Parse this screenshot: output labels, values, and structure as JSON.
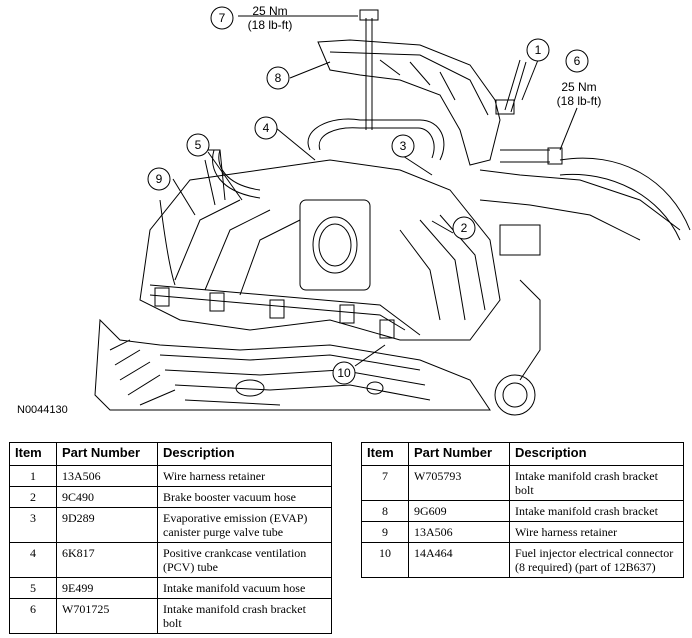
{
  "figure": {
    "id": "N0044130",
    "callouts": [
      "1",
      "2",
      "3",
      "4",
      "5",
      "6",
      "7",
      "8",
      "9",
      "10"
    ],
    "torque_7": {
      "nm": "25 Nm",
      "lbft": "(18 lb-ft)"
    },
    "torque_6": {
      "nm": "25 Nm",
      "lbft": "(18 lb-ft)"
    }
  },
  "table": {
    "headers": {
      "item": "Item",
      "part": "Part Number",
      "desc": "Description"
    },
    "left": [
      {
        "item": "1",
        "part": "13A506",
        "desc": "Wire harness retainer"
      },
      {
        "item": "2",
        "part": "9C490",
        "desc": "Brake booster vacuum hose"
      },
      {
        "item": "3",
        "part": "9D289",
        "desc": "Evaporative emission (EVAP) canister purge valve tube"
      },
      {
        "item": "4",
        "part": "6K817",
        "desc": "Positive crankcase ventilation (PCV) tube"
      },
      {
        "item": "5",
        "part": "9E499",
        "desc": "Intake manifold vacuum hose"
      },
      {
        "item": "6",
        "part": "W701725",
        "desc": "Intake manifold crash bracket bolt"
      }
    ],
    "right": [
      {
        "item": "7",
        "part": "W705793",
        "desc": "Intake manifold crash bracket bolt"
      },
      {
        "item": "8",
        "part": "9G609",
        "desc": "Intake manifold crash bracket"
      },
      {
        "item": "9",
        "part": "13A506",
        "desc": "Wire harness retainer"
      },
      {
        "item": "10",
        "part": "14A464",
        "desc": "Fuel injector electrical connector (8 required) (part of 12B637)"
      }
    ]
  }
}
